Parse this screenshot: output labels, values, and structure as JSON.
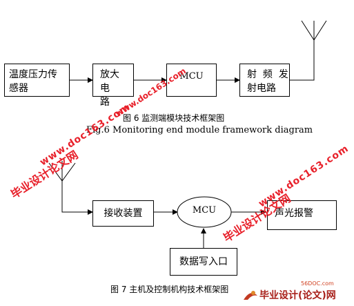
{
  "fig6": {
    "blocks": {
      "sensor_line1": "温度压力传",
      "sensor_line2": "感器",
      "amp_line1": "放大电",
      "amp_line2": "路",
      "mcu": "MCU",
      "rf_line1": "射  频  发",
      "rf_line2": "射电路"
    },
    "caption_cn": "图 6  监测端模块技术框架图",
    "caption_en": "Fig.6 Monitoring end module framework diagram"
  },
  "fig7": {
    "blocks": {
      "receiver": "接收装置",
      "mcu": "MCU",
      "alarm": "声光报警",
      "data_input": "数据写入口"
    },
    "caption_cn": "图 7 主机及控制机构技术框架图"
  },
  "watermarks": {
    "site_a": "毕业设计论文网",
    "url": "www.doc163.com",
    "site_b": "毕业设计论文网",
    "url2": "www.doc163.com",
    "logo_text": "毕业设计(论文)网",
    "logo_domain": "56DOC.com"
  }
}
